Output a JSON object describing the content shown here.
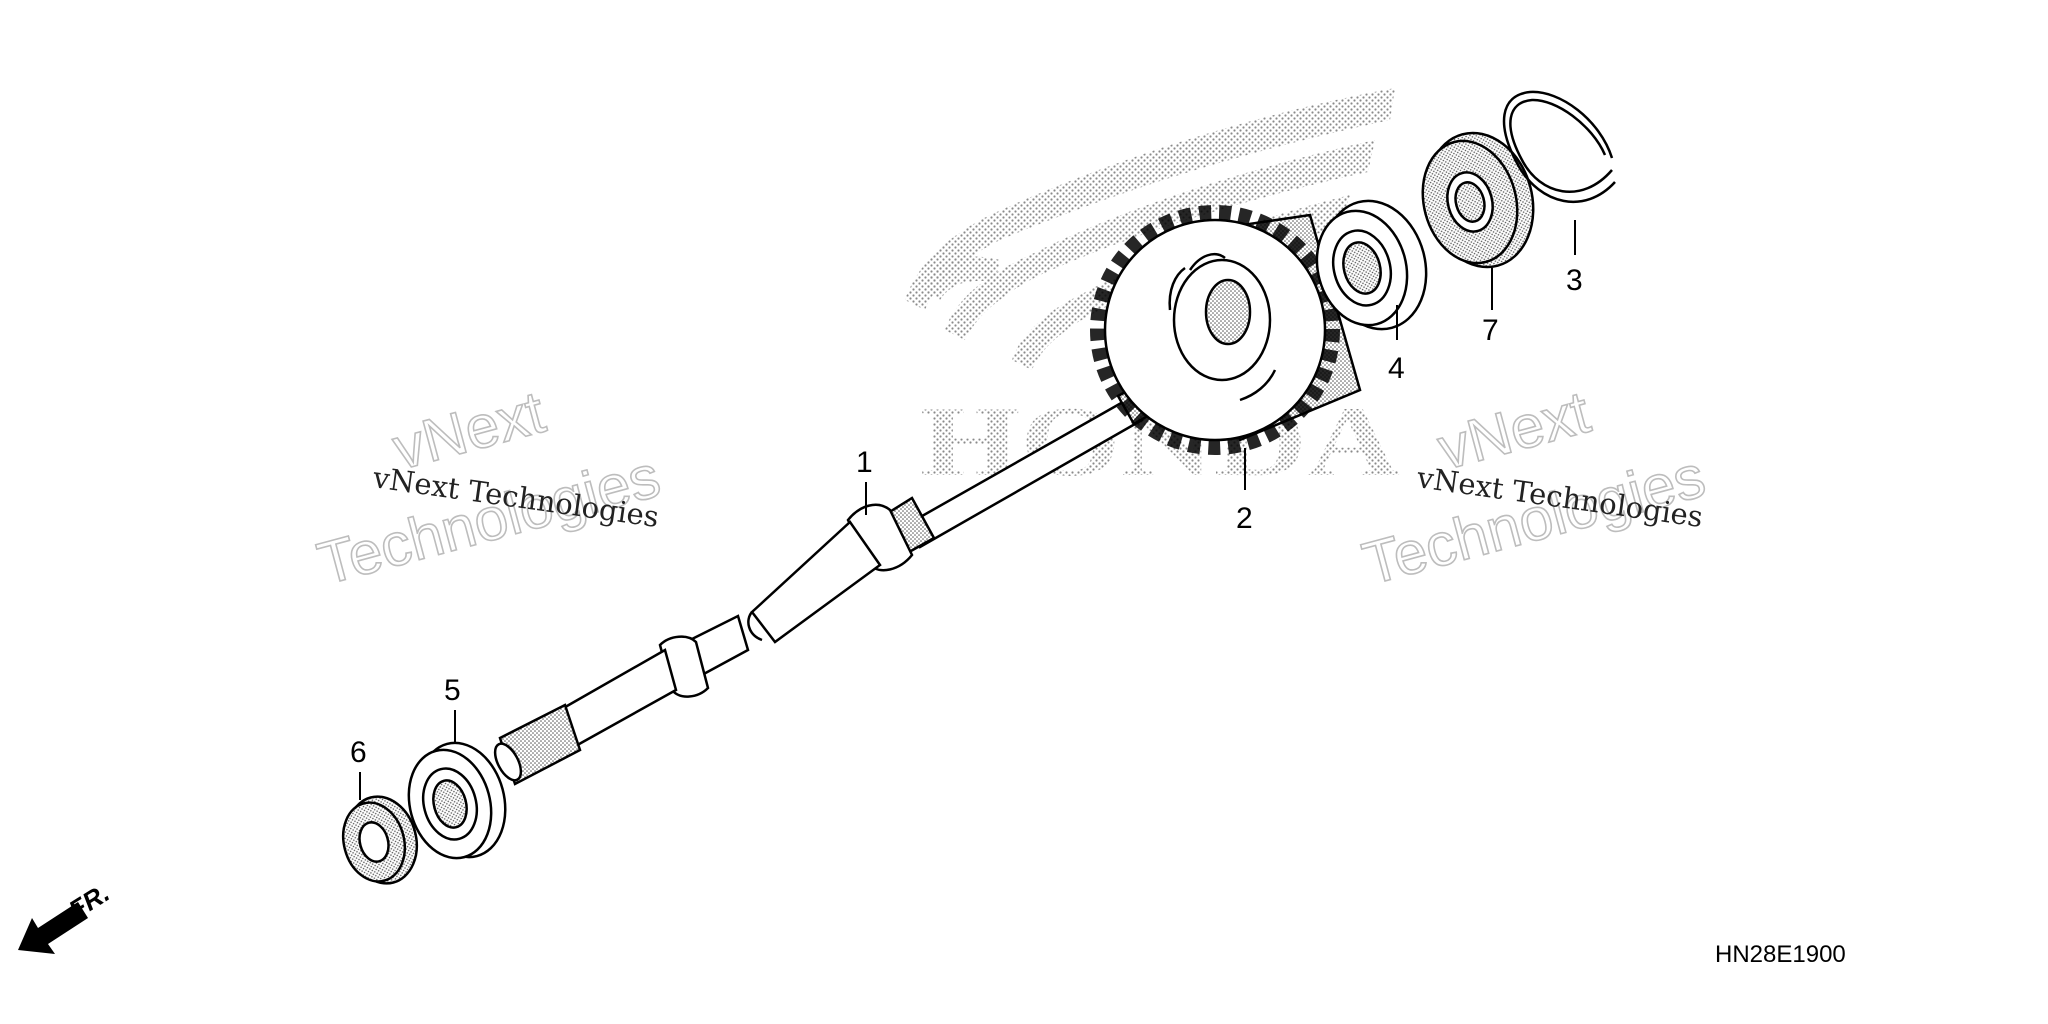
{
  "drawing_code": "HN28E1900",
  "direction_label": "FR.",
  "brand_watermark": "HONDA",
  "watermark": {
    "line_1": "vNext Technologies",
    "big_line_1": "vNext",
    "big_line_2": "Technologies"
  },
  "callouts": [
    {
      "label": "1"
    },
    {
      "label": "2"
    },
    {
      "label": "3"
    },
    {
      "label": "4"
    },
    {
      "label": "5"
    },
    {
      "label": "6"
    },
    {
      "label": "7"
    }
  ],
  "colors": {
    "ink": "#000000",
    "stipple": "#7a7a7a",
    "background": "#ffffff"
  }
}
